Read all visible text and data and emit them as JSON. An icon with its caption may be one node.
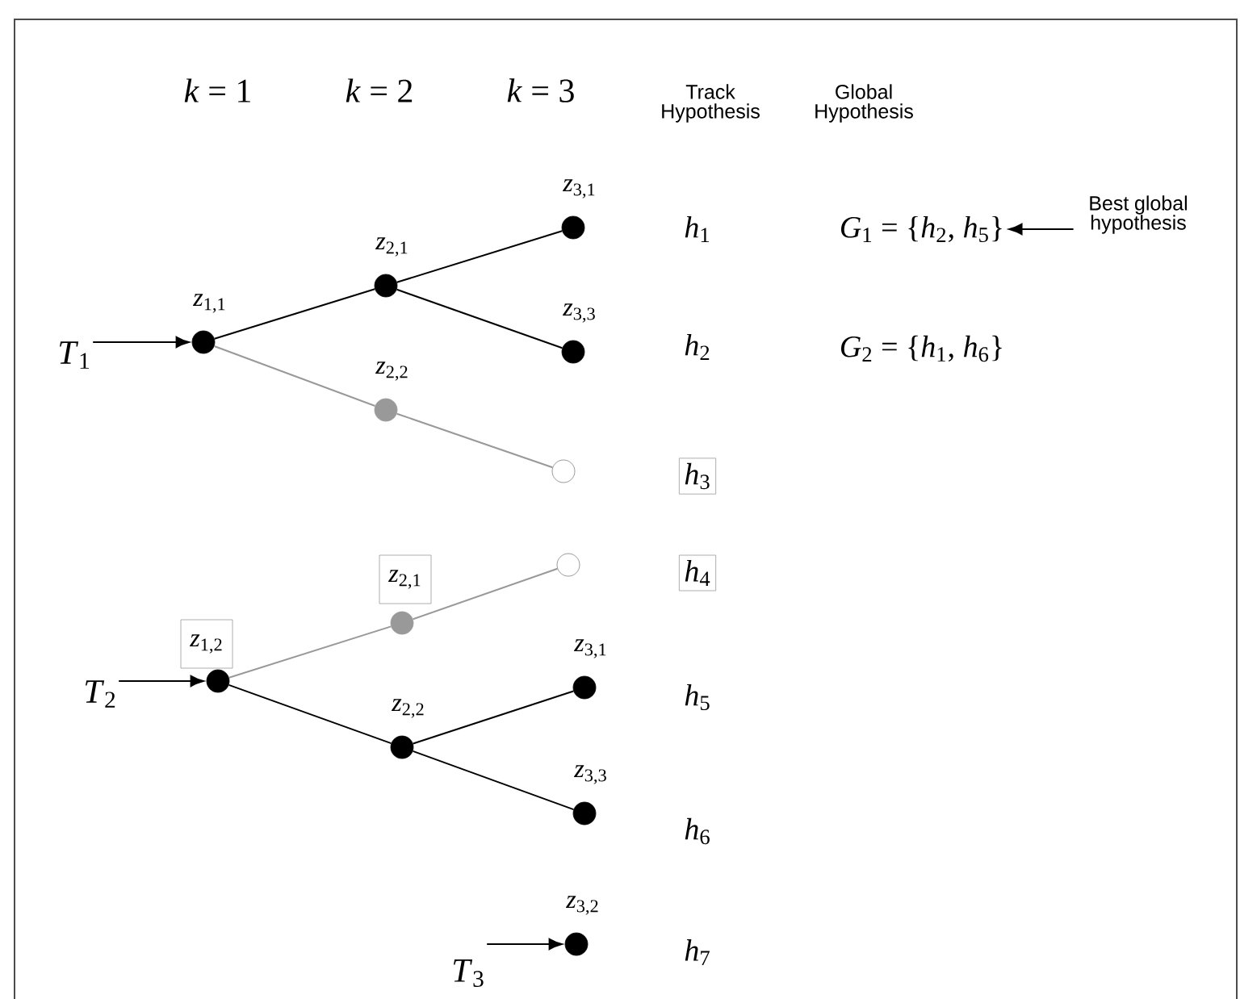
{
  "diagram": {
    "nodes": [
      {
        "text": [
          "*T*$_{1}$"
        ]
      },
      {
        "text": [],
        "shape": "circle",
        "beside": [
          "*z*$_{1,1}$"
        ]
      },
      {
        "text": [],
        "shape": "circle",
        "beside": [
          "*z*$_{2,1}$"
        ]
      },
      {
        "text": [],
        "shape": "circle",
        "beside": [
          "*z*$_{3,1}$"
        ]
      },
      {
        "text": [],
        "shape": "circle",
        "beside": [
          "*z*$_{3,3}$"
        ]
      },
      {
        "text": [],
        "shape": "circle",
        "beside": [
          "*z*$_{2,2}$"
        ]
      },
      {
        "text": [],
        "shape": "circle"
      },
      {
        "text": [
          "*T*$_{2}$"
        ]
      },
      {
        "text": [
          "*z*$_{1,2}$"
        ]
      },
      {
        "text": [],
        "shape": "circle"
      },
      {
        "text": [
          "*z*$_{2,1}$"
        ]
      },
      {
        "text": [],
        "shape": "circle"
      },
      {
        "text": [],
        "shape": "circle"
      },
      {
        "text": [],
        "shape": "circle",
        "beside": [
          "*z*$_{2,2}$"
        ]
      },
      {
        "text": [],
        "shape": "circle",
        "beside": [
          "*z*$_{3,1}$"
        ]
      },
      {
        "text": [],
        "shape": "circle",
        "beside": [
          "*z*$_{3,3}$"
        ]
      },
      {
        "text": [
          "*T*$_{3}$"
        ]
      },
      {
        "text": [],
        "shape": "circle",
        "beside": [
          "*z*$_{3,2}$"
        ]
      },
      {
        "text": [
          "*h*$_{3}$"
        ]
      },
      {
        "text": [
          "*h*$_{4}$"
        ]
      },
      {
        "text": [
          "*G*$_{1}$ = {*h*$_{2}$, *h*$_{5}$}"
        ]
      },
      {
        "text": [
          "Best global hypothesis"
        ]
      }
    ],
    "edges": [
      {
        "from": 0,
        "to": 1,
        "arrow": "to"
      },
      {
        "from": 1,
        "to": 2,
        "arrow": "none"
      },
      {
        "from": 2,
        "to": 3,
        "arrow": "none"
      },
      {
        "from": 2,
        "to": 4,
        "arrow": "none"
      },
      {
        "from": 1,
        "to": 5,
        "arrow": "none",
        "color": "#999999"
      },
      {
        "from": 5,
        "to": 6,
        "arrow": "none",
        "color": "#999999"
      },
      {
        "from": 7,
        "to": 9,
        "arrow": "to"
      },
      {
        "from": 9,
        "to": 11,
        "arrow": "none",
        "color": "#999999"
      },
      {
        "from": 11,
        "to": 12,
        "arrow": "none",
        "color": "#999999"
      },
      {
        "from": 9,
        "to": 13,
        "arrow": "none"
      },
      {
        "from": 13,
        "to": 14,
        "arrow": "none"
      },
      {
        "from": 13,
        "to": 15,
        "arrow": "none"
      },
      {
        "from": 16,
        "to": 17,
        "arrow": "to"
      },
      {
        "from": 21,
        "to": 20,
        "arrow": "to"
      }
    ],
    "labels": [
      "*k* = 1",
      "*k* = 2",
      "*k* = 3",
      "Track Hypothesis",
      "Global Hypothesis",
      "*h*$_{1}$",
      "*h*$_{2}$",
      "*G*$_{2}$ = {*h*$_{1}$, *h*$_{6}$}",
      "*h*$_{5}$",
      "*h*$_{6}$",
      "*h*$_{7}$"
    ]
  }
}
